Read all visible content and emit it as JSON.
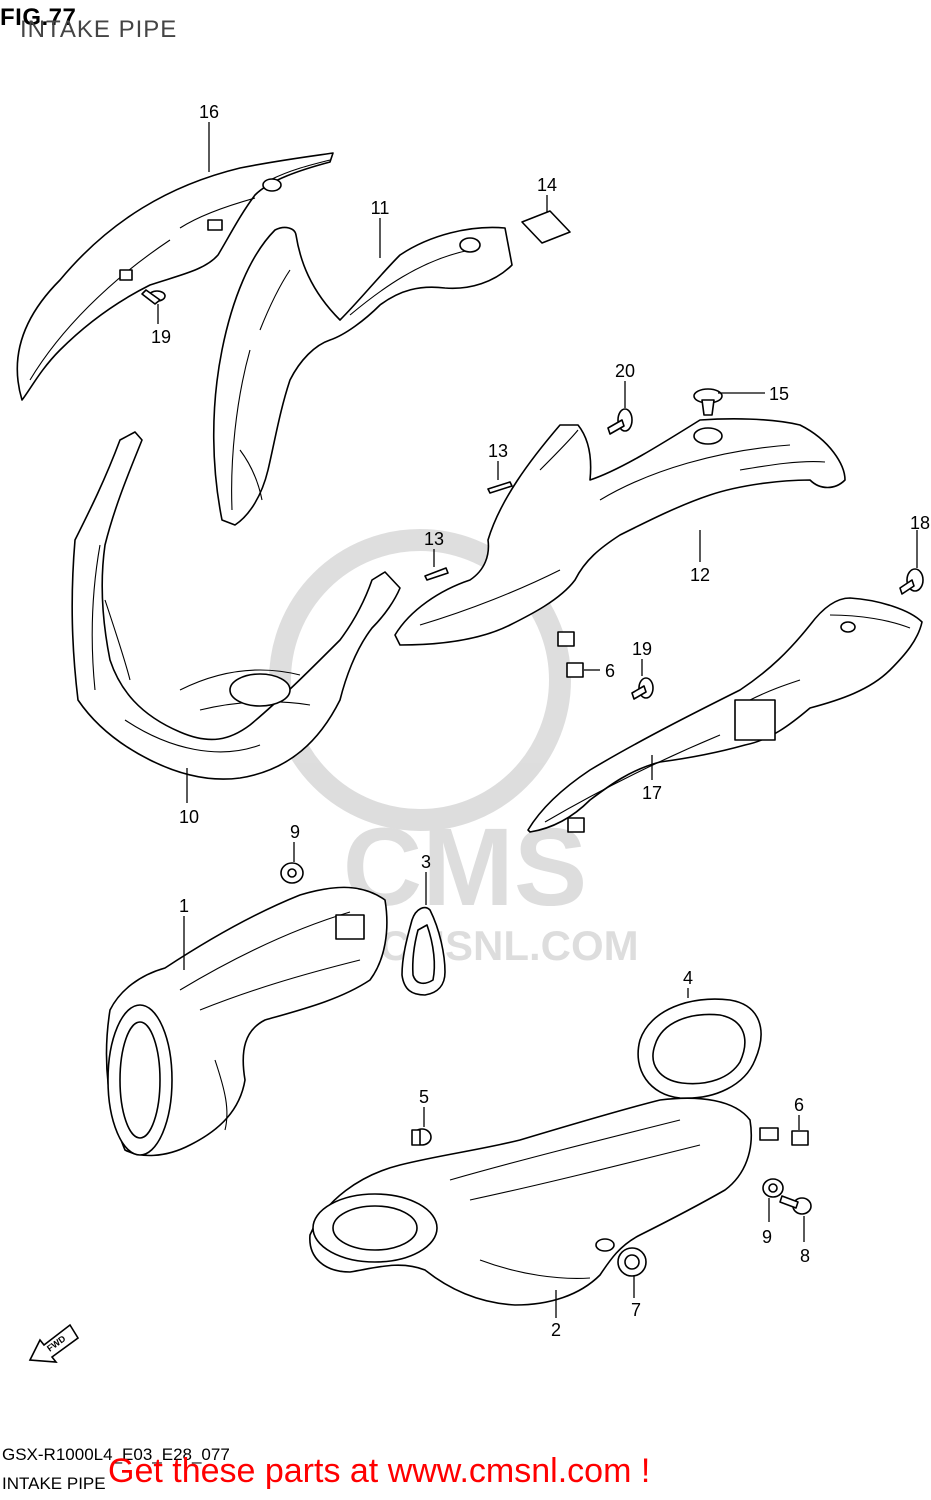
{
  "figure": {
    "title": "FIG.77",
    "subtitle": "INTAKE PIPE"
  },
  "watermark": {
    "text": "CMS",
    "url_text": "WWW.CMSNL.COM"
  },
  "callouts": [
    {
      "id": "16",
      "label": "16"
    },
    {
      "id": "11",
      "label": "11"
    },
    {
      "id": "14",
      "label": "14"
    },
    {
      "id": "19a",
      "label": "19"
    },
    {
      "id": "20",
      "label": "20"
    },
    {
      "id": "15",
      "label": "15"
    },
    {
      "id": "13a",
      "label": "13"
    },
    {
      "id": "13b",
      "label": "13"
    },
    {
      "id": "12",
      "label": "12"
    },
    {
      "id": "18",
      "label": "18"
    },
    {
      "id": "6a",
      "label": "6"
    },
    {
      "id": "19b",
      "label": "19"
    },
    {
      "id": "10",
      "label": "10"
    },
    {
      "id": "17",
      "label": "17"
    },
    {
      "id": "9a",
      "label": "9"
    },
    {
      "id": "3",
      "label": "3"
    },
    {
      "id": "1",
      "label": "1"
    },
    {
      "id": "4",
      "label": "4"
    },
    {
      "id": "5",
      "label": "5"
    },
    {
      "id": "6b",
      "label": "6"
    },
    {
      "id": "9b",
      "label": "9"
    },
    {
      "id": "8",
      "label": "8"
    },
    {
      "id": "2",
      "label": "2"
    },
    {
      "id": "7",
      "label": "7"
    }
  ],
  "fwd_label": "FWD",
  "footer": {
    "model_code": "GSX-R1000L4_E03_E28_077",
    "section_name": "INTAKE PIPE",
    "promo": "Get these parts at www.cmsnl.com !"
  }
}
